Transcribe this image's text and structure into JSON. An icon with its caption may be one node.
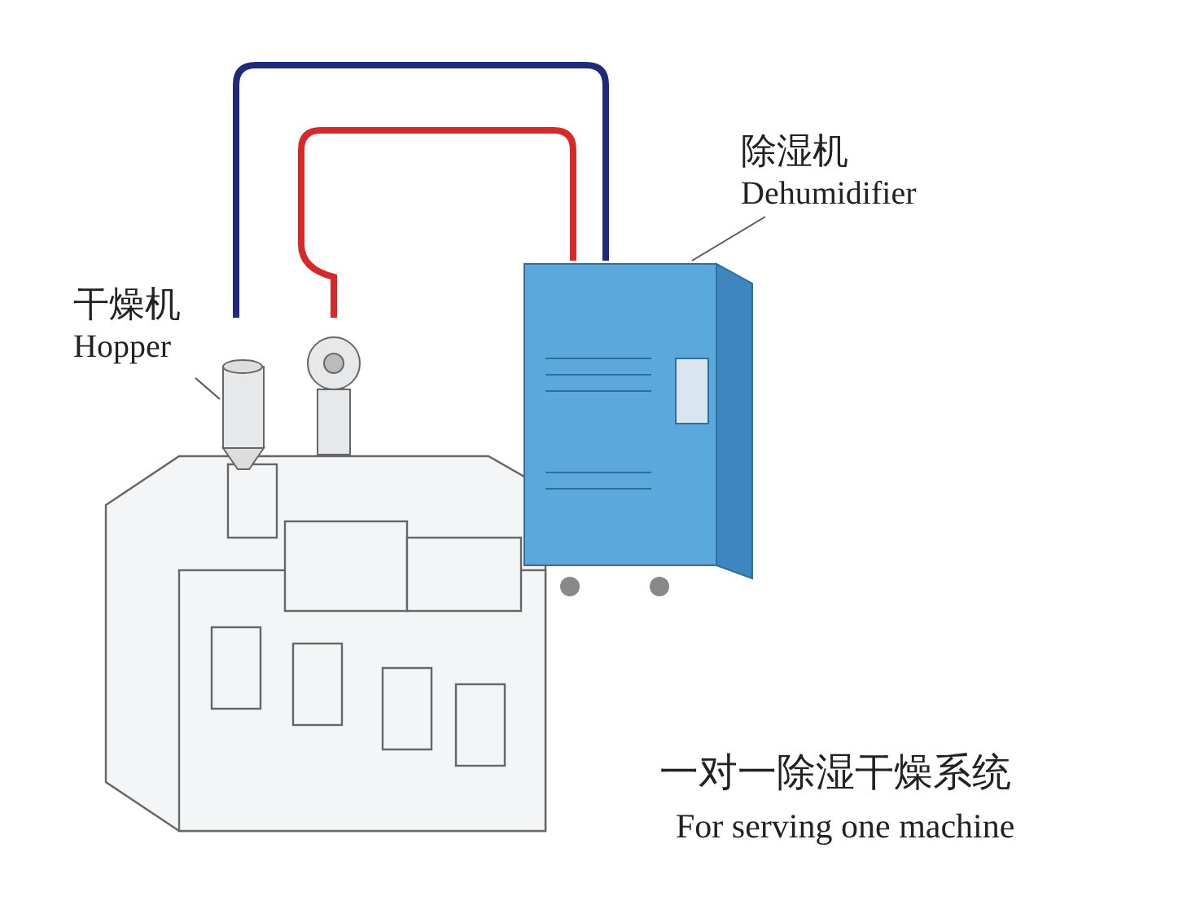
{
  "diagram": {
    "nodes": [
      {
        "text": [
          "除湿机",
          "Dehumidifier"
        ]
      },
      {
        "text": [],
        "shape": "picture"
      },
      {
        "text": [
          "干燥机",
          "Hopper"
        ]
      },
      {
        "text": [],
        "shape": "picture"
      }
    ],
    "edges": [
      {
        "from": 0,
        "to": 1,
        "arrow": "none"
      },
      {
        "from": 2,
        "to": 3,
        "arrow": "none"
      },
      {
        "from": 1,
        "to": 3,
        "arrow": "none",
        "style": "thick",
        "color": "#1f2a7a"
      },
      {
        "from": 1,
        "to": 3,
        "arrow": "none",
        "style": "thick",
        "color": "#d42a2a"
      }
    ],
    "labels": [
      "一对一除湿干燥系统",
      "For serving one machine"
    ]
  }
}
